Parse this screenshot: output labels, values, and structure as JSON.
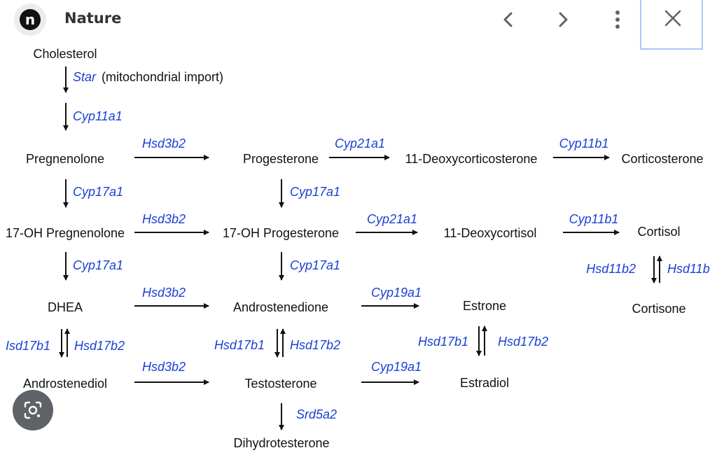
{
  "header": {
    "logo_letter": "n",
    "site_name": "Nature"
  },
  "nodes": {
    "cholesterol": "Cholesterol",
    "pregnenolone": "Pregnenolone",
    "progesterone": "Progesterone",
    "deoxycorticosterone": "11-Deoxycorticosterone",
    "corticosterone": "Corticosterone",
    "oh_pregnenolone": "17-OH Pregnenolone",
    "oh_progesterone": "17-OH Progesterone",
    "deoxycortisol": "11-Deoxycortisol",
    "cortisol": "Cortisol",
    "dhea": "DHEA",
    "androstenedione": "Androstenedione",
    "estrone": "Estrone",
    "cortisone": "Cortisone",
    "androstenediol": "Androstenediol",
    "testosterone": "Testosterone",
    "estradiol": "Estradiol",
    "dihydrotestosterone": "Dihydrotesterone"
  },
  "enzymes": {
    "star": "Star",
    "star_note": "(mitochondrial import)",
    "cyp11a1": "Cyp11a1",
    "hsd3b2": "Hsd3b2",
    "cyp21a1": "Cyp21a1",
    "cyp11b1": "Cyp11b1",
    "cyp17a1": "Cyp17a1",
    "hsd11b2": "Hsd11b2",
    "hsd11b_cut": "Hsd11b",
    "cyp19a1": "Cyp19a1",
    "hsd17b1": "Hsd17b1",
    "hsd17b1_cut": "Isd17b1",
    "hsd17b2": "Hsd17b2",
    "srd5a2": "Srd5a2"
  }
}
